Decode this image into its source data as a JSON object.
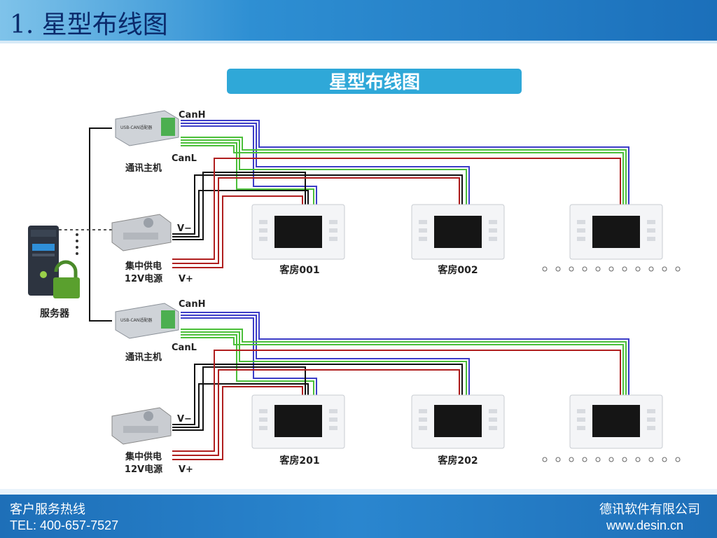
{
  "slide": {
    "title": "1. 星型布线图"
  },
  "diagram": {
    "banner": "星型布线图",
    "server_label": "服务器",
    "groups": [
      {
        "adapter_label": "通讯主机",
        "canh": "CanH",
        "canl": "CanL",
        "v_minus": "V−",
        "v_plus": "V+",
        "psu_label_1": "集中供电",
        "psu_label_2": "12V电源",
        "rooms": [
          "客房001",
          "客房002"
        ]
      },
      {
        "adapter_label": "通讯主机",
        "canh": "CanH",
        "canl": "CanL",
        "v_minus": "V−",
        "v_plus": "V+",
        "psu_label_1": "集中供电",
        "psu_label_2": "12V电源",
        "rooms": [
          "客房201",
          "客房202"
        ]
      }
    ],
    "colors": {
      "canh": "#3d3dc8",
      "canl": "#4cbf3a",
      "vminus": "#111111",
      "vplus": "#b01e1e",
      "banner": "#2fa8d8"
    }
  },
  "footer": {
    "left_line1": "客户服务热线",
    "left_line2": "TEL: 400-657-7527",
    "right_line1": "德讯软件有限公司",
    "right_line2": "www.desin.cn"
  }
}
